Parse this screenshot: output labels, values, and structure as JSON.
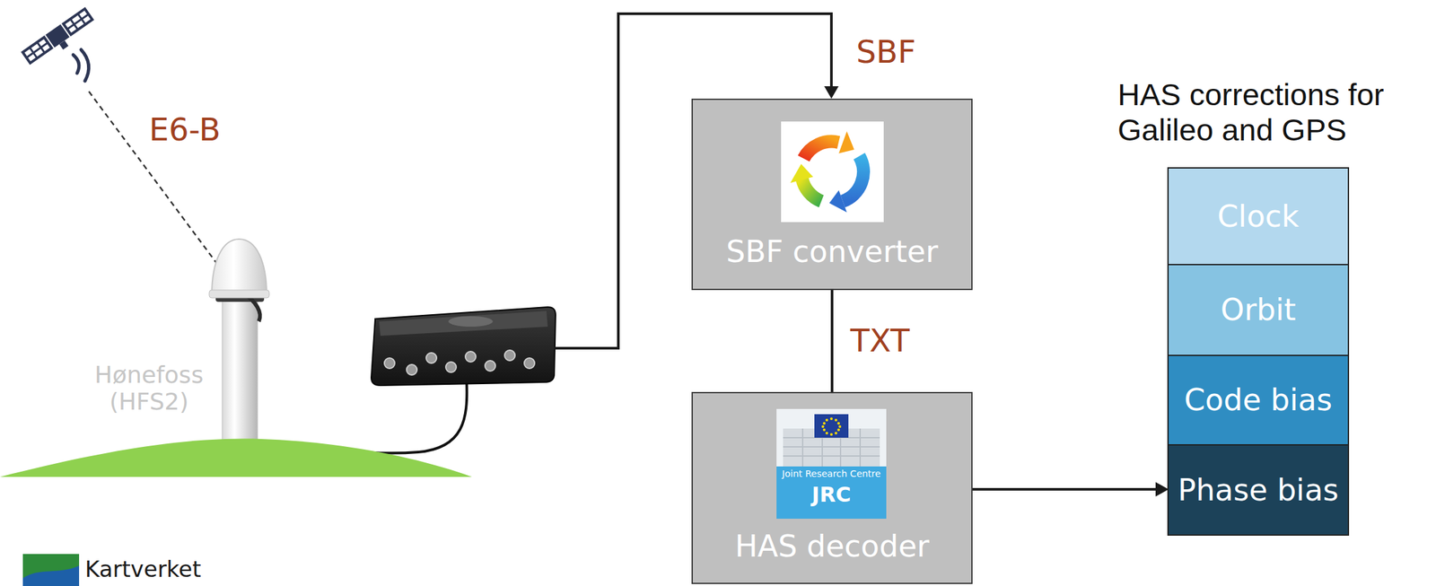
{
  "diagram": {
    "nodes": [
      {
        "text": [
          "SBF converter"
        ]
      },
      {
        "text": [
          "HAS decoder"
        ]
      },
      {
        "text": [
          "HAS corrections for Galileo and GPS"
        ]
      },
      {
        "text": [
          "Clock"
        ],
        "in": 2
      },
      {
        "text": [
          "Orbit"
        ],
        "in": 2
      },
      {
        "text": [
          "Code bias"
        ],
        "in": 2
      },
      {
        "text": [
          "Phase bias"
        ],
        "in": 2
      }
    ],
    "edges": [
      {
        "from": 0,
        "to": 1,
        "label": "TXT",
        "arrow": "none"
      },
      {
        "from": 1,
        "to": 6,
        "arrow": "to"
      }
    ],
    "labels": [
      "E6-B",
      "SBF",
      "Hønefoss (HFS2)",
      "Joint Research Centre",
      "JRC",
      "Kartverket"
    ]
  }
}
